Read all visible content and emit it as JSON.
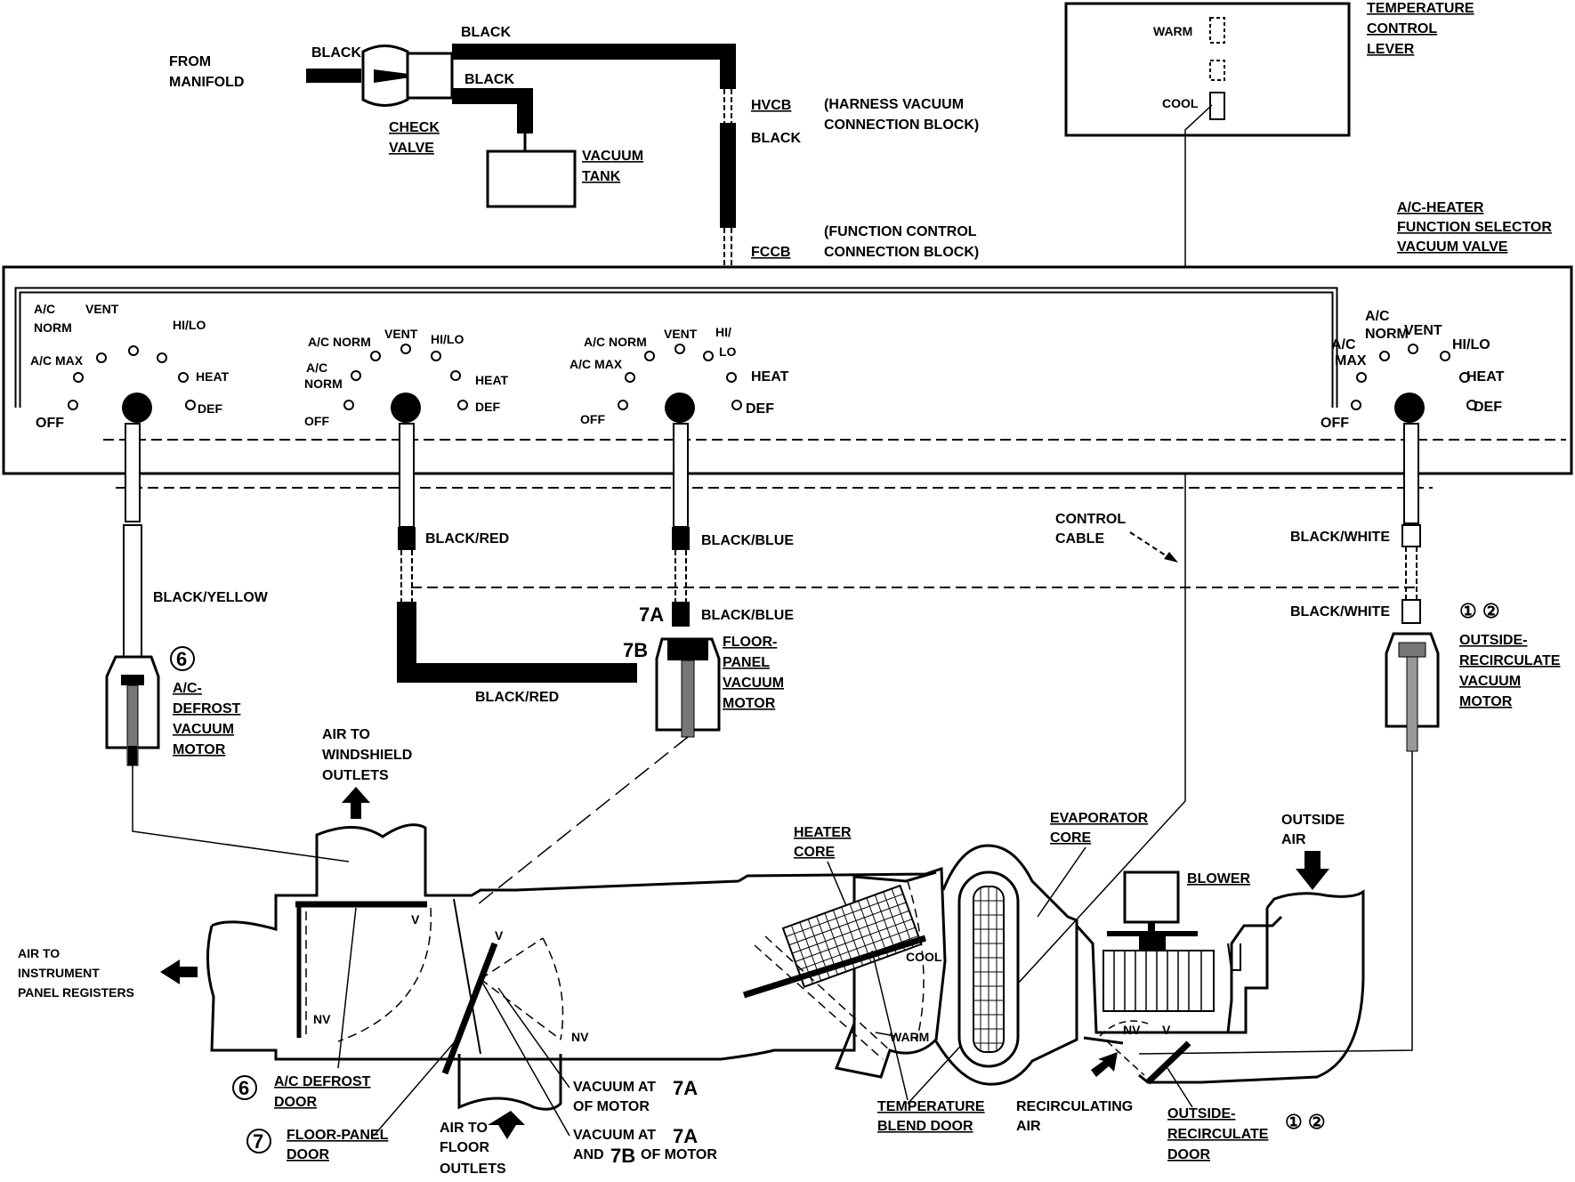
{
  "top": {
    "from_manifold": [
      "FROM",
      "MANIFOLD"
    ],
    "black_in": "BLACK",
    "black_top": "BLACK",
    "black_mid": "BLACK",
    "check_valve": [
      "CHECK",
      "VALVE"
    ],
    "vacuum_tank": [
      "VACUUM",
      "TANK"
    ],
    "hvcb": "HVCB",
    "hvcb_desc": [
      "(HARNESS  VACUUM",
      "CONNECTION  BLOCK)"
    ],
    "black_hose": "BLACK",
    "fccb": "FCCB",
    "fccb_desc": [
      "(FUNCTION CONTROL",
      "CONNECTION BLOCK)"
    ]
  },
  "temp_control": {
    "title": [
      "TEMPERATURE",
      "CONTROL",
      "LEVER"
    ],
    "warm": "WARM",
    "cool": "COOL"
  },
  "selector": {
    "title": [
      "A/C-HEATER",
      "FUNCTION SELECTOR",
      "VACUUM VALVE"
    ],
    "dial1": {
      "ac": "A/C",
      "norm": "NORM",
      "vent": "VENT",
      "hilo": "HI/LO",
      "acmax": "A/C MAX",
      "heat": "HEAT",
      "def": "DEF",
      "off": "OFF"
    },
    "dial2": {
      "acnorm": "A/C NORM",
      "vent": "VENT",
      "hilo": "HI/LO",
      "ac": "A/C",
      "norm": "NORM",
      "heat": "HEAT",
      "def": "DEF",
      "off": "OFF"
    },
    "dial3": {
      "acnorm": "A/C NORM",
      "vent": "VENT",
      "hi": "HI/",
      "lo": "LO",
      "acmax": "A/C MAX",
      "heat": "HEAT",
      "def": "DEF",
      "off": "OFF"
    },
    "dial4": {
      "ac": "A/C",
      "norm": "NORM",
      "vent": "VENT",
      "hilo": "HI/LO",
      "max": "MAX",
      "heat": "HEAT",
      "def": "DEF",
      "off": "OFF"
    }
  },
  "hoses": {
    "black_red_1": "BLACK/RED",
    "black_blue_1": "BLACK/BLUE",
    "black_blue_2": "BLACK/BLUE",
    "black_yellow": "BLACK/YELLOW",
    "black_red_2": "BLACK/RED",
    "black_white_1": "BLACK/WHITE",
    "black_white_2": "BLACK/WHITE",
    "control_cable": [
      "CONTROL",
      "CABLE"
    ]
  },
  "motors": {
    "defrost": {
      "num": "6",
      "label": [
        "A/C-",
        "DEFROST",
        "VACUUM",
        "MOTOR"
      ]
    },
    "floor": {
      "num_a": "7A",
      "num_b": "7B",
      "label": [
        "FLOOR-",
        "PANEL",
        "VACUUM",
        "MOTOR"
      ]
    },
    "outside": {
      "nums": "① ②",
      "label": [
        "OUTSIDE-",
        "RECIRCULATE",
        "VACUUM",
        "MOTOR"
      ]
    }
  },
  "airflow": {
    "windshield": [
      "AIR TO",
      "WINDSHIELD",
      "OUTLETS"
    ],
    "instrument": [
      "AIR TO",
      "INSTRUMENT",
      "PANEL REGISTERS"
    ],
    "floor": [
      "AIR TO",
      "FLOOR",
      "OUTLETS"
    ],
    "heater_core": [
      "HEATER",
      "CORE"
    ],
    "evaporator": [
      "EVAPORATOR",
      "CORE"
    ],
    "blower": "BLOWER",
    "outside_air": [
      "OUTSIDE",
      "AIR"
    ],
    "v": "V",
    "nv": "NV",
    "cool": "COOL",
    "warm": "WARM",
    "defrost_door": [
      "A/C DEFROST",
      "DOOR"
    ],
    "defrost_door_num": "6",
    "floor_door": [
      "FLOOR-PANEL",
      "DOOR"
    ],
    "floor_door_num": "7",
    "vac_7a": [
      "VACUUM AT",
      "OF MOTOR"
    ],
    "vac_7a7b": [
      "VACUUM AT",
      "AND",
      "OF MOTOR"
    ],
    "n7a": "7A",
    "n7b": "7B",
    "blend_door": [
      "TEMPERATURE",
      "BLEND DOOR"
    ],
    "recirc_air": [
      "RECIRCULATING",
      "AIR"
    ],
    "outside_door": [
      "OUTSIDE-",
      "RECIRCULATE",
      "DOOR"
    ],
    "outside_door_nums": "① ②"
  }
}
